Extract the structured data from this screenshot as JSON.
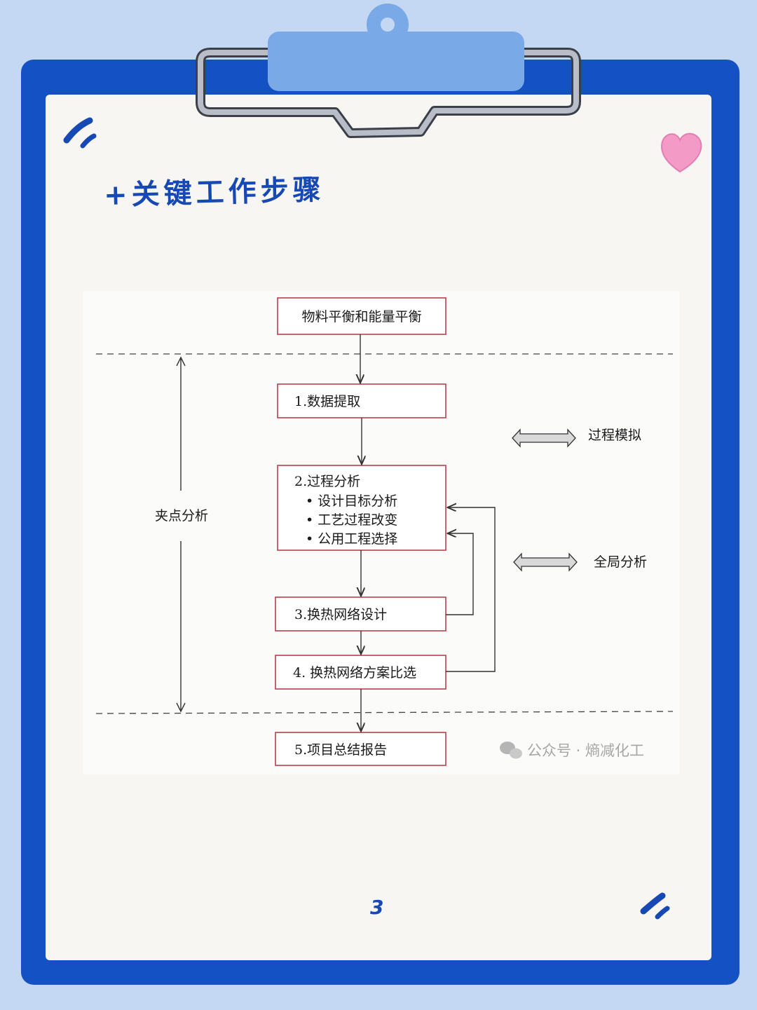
{
  "header": {
    "title": "+关键工作步骤"
  },
  "diagram": {
    "top_box": "物料平衡和能量平衡",
    "steps": {
      "s1": "1.数据提取",
      "s2_title": "2.过程分析",
      "s2_b1": "• 设计目标分析",
      "s2_b2": "• 工艺过程改变",
      "s2_b3": "• 公用工程选择",
      "s3": "3.换热网络设计",
      "s4": "4. 换热网络方案比选",
      "s5": "5.项目总结报告"
    },
    "side_left": "夹点分析",
    "side_right_1": "过程模拟",
    "side_right_2": "全局分析",
    "watermark": "公众号 · 熵减化工",
    "colors": {
      "box_border": "#b9404e",
      "line": "#333333",
      "arrow_fill": "#d9d9d9"
    }
  },
  "footer": {
    "page_number": "3"
  }
}
